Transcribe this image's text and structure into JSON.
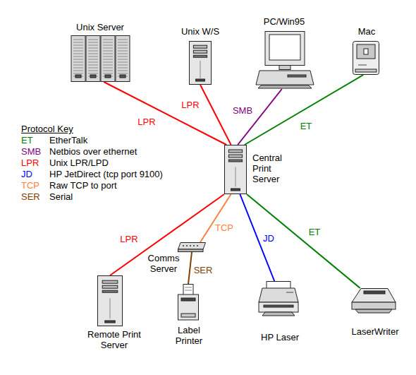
{
  "diagram": {
    "nodes": [
      {
        "text": [
          "Unix Server"
        ]
      },
      {
        "text": [
          "Unix W/S"
        ]
      },
      {
        "text": [
          "PC/Win95"
        ]
      },
      {
        "text": [
          "Mac"
        ]
      },
      {
        "text": [
          "Central Print Server"
        ]
      },
      {
        "text": [
          "Comms Server"
        ]
      },
      {
        "text": [
          "Remote Print Server"
        ]
      },
      {
        "text": [
          "Label Printer"
        ]
      },
      {
        "text": [
          "HP Laser"
        ]
      },
      {
        "text": [
          "LaserWriter"
        ]
      }
    ],
    "edges": [
      {
        "from": 0,
        "to": 4,
        "label": "LPR",
        "arrow": "none"
      },
      {
        "from": 1,
        "to": 4,
        "label": "LPR",
        "arrow": "none"
      },
      {
        "from": 2,
        "to": 4,
        "label": "SMB",
        "arrow": "none"
      },
      {
        "from": 3,
        "to": 4,
        "label": "ET",
        "arrow": "none"
      },
      {
        "from": 4,
        "to": 6,
        "label": "LPR",
        "arrow": "none"
      },
      {
        "from": 4,
        "to": 5,
        "label": "TCP",
        "arrow": "none"
      },
      {
        "from": 5,
        "to": 7,
        "label": "SER",
        "arrow": "none"
      },
      {
        "from": 4,
        "to": 8,
        "label": "JD",
        "arrow": "none"
      },
      {
        "from": 4,
        "to": 9,
        "label": "ET",
        "arrow": "none"
      }
    ],
    "labels": [
      "Protocol Key",
      "ET",
      "SMB",
      "LPR",
      "JD",
      "TCP",
      "SER"
    ],
    "legend": [
      {
        "text": "EtherTalk",
        "color": "#008000"
      },
      {
        "text": "Netbios over ethernet",
        "color": "#800080"
      },
      {
        "text": "Unix LPR/LPD",
        "color": "#ff0000"
      },
      {
        "text": "HP JetDirect (tcp port 9100)",
        "color": "#0000ff"
      },
      {
        "text": "Raw TCP to port",
        "color": "#ff8040"
      },
      {
        "text": "Serial",
        "color": "#804000"
      }
    ]
  }
}
